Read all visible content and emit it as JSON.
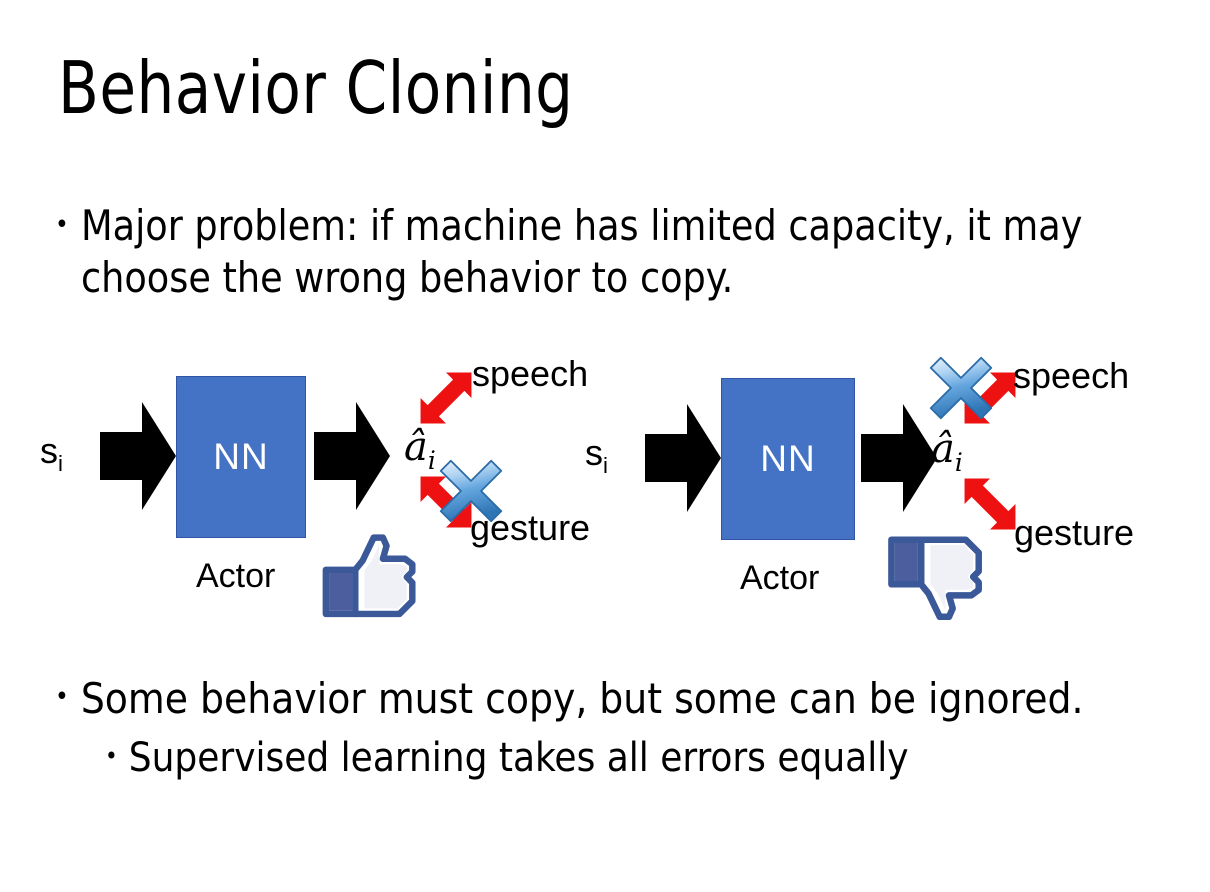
{
  "slide": {
    "title": "Behavior Cloning",
    "background_color": "#FFFFFF",
    "text_color": "#000000"
  },
  "bullets": [
    {
      "level": 1,
      "marker": "•",
      "text": "Major problem: if machine has limited capacity, it may choose the wrong behavior to copy."
    },
    {
      "level": 1,
      "marker": "•",
      "text": "Some behavior must copy, but some can be ignored."
    },
    {
      "level": 2,
      "marker": "•",
      "text": "Supervised learning takes all errors equally"
    }
  ],
  "colors": {
    "nn_box_fill": "#4472C4",
    "nn_box_border": "#2F55A4",
    "nn_box_text": "#FFFFFF",
    "arrow_black": "#000000",
    "arrow_red": "#EE1111",
    "cross_blue_light": "#CFE3F7",
    "cross_blue_mid": "#5B9BD5",
    "cross_blue_dark": "#2E75B6",
    "thumb_outline": "#3B5998",
    "thumb_fill": "#FFFFFF",
    "thumb_cuff": "#4C5E9E"
  },
  "diagrams": [
    {
      "id": "left",
      "state_label": "s",
      "state_sub": "i",
      "box_label": "NN",
      "box_caption": "Actor",
      "action_label": "â",
      "action_sub": "i",
      "outputs": [
        {
          "name": "speech",
          "label": "speech",
          "direction": "up-right",
          "crossed": false
        },
        {
          "name": "gesture",
          "label": "gesture",
          "direction": "down-right",
          "crossed": true
        }
      ],
      "feedback_icon": "thumbs-up",
      "feedback_meaning": "good"
    },
    {
      "id": "right",
      "state_label": "s",
      "state_sub": "i",
      "box_label": "NN",
      "box_caption": "Actor",
      "action_label": "â",
      "action_sub": "i",
      "outputs": [
        {
          "name": "speech",
          "label": "speech",
          "direction": "up-right",
          "crossed": true
        },
        {
          "name": "gesture",
          "label": "gesture",
          "direction": "down-right",
          "crossed": false
        }
      ],
      "feedback_icon": "thumbs-down",
      "feedback_meaning": "bad"
    }
  ]
}
